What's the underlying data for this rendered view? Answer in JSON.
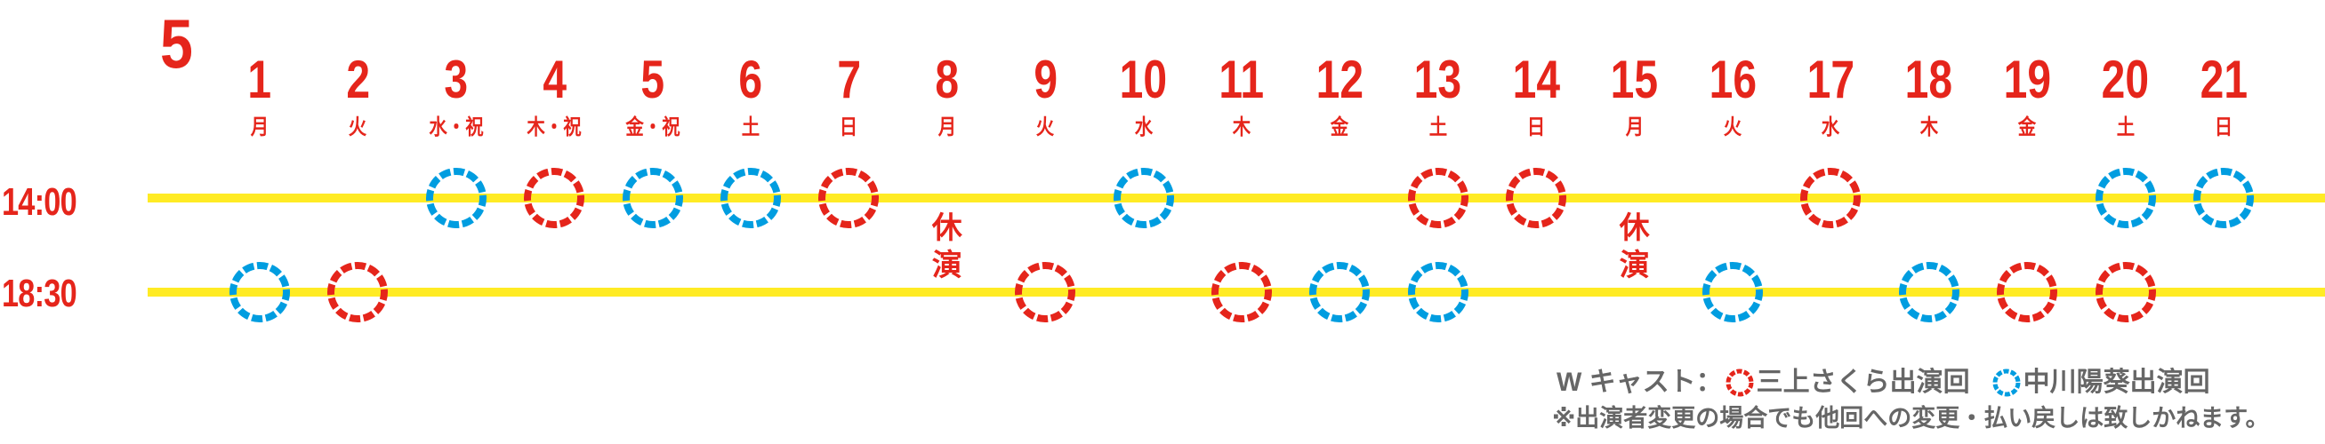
{
  "month": "5",
  "times": [
    "14:00",
    "18:30"
  ],
  "colors": {
    "red": "#e5251b",
    "blue": "#009de0",
    "yellow": "#ffeb24",
    "gray": "#666666"
  },
  "days": [
    {
      "num": "1",
      "dow": "月",
      "s1": null,
      "s2": "blue"
    },
    {
      "num": "2",
      "dow": "火",
      "s1": null,
      "s2": "red"
    },
    {
      "num": "3",
      "dow": "水・祝",
      "s1": "blue",
      "s2": null
    },
    {
      "num": "4",
      "dow": "木・祝",
      "s1": "red",
      "s2": null
    },
    {
      "num": "5",
      "dow": "金・祝",
      "s1": "blue",
      "s2": null
    },
    {
      "num": "6",
      "dow": "土",
      "s1": "blue",
      "s2": null
    },
    {
      "num": "7",
      "dow": "日",
      "s1": "red",
      "s2": null
    },
    {
      "num": "8",
      "dow": "月",
      "s1": null,
      "s2": null,
      "rest": "休演"
    },
    {
      "num": "9",
      "dow": "火",
      "s1": null,
      "s2": "red"
    },
    {
      "num": "10",
      "dow": "水",
      "s1": "blue",
      "s2": null
    },
    {
      "num": "11",
      "dow": "木",
      "s1": null,
      "s2": "red"
    },
    {
      "num": "12",
      "dow": "金",
      "s1": null,
      "s2": "blue"
    },
    {
      "num": "13",
      "dow": "土",
      "s1": "red",
      "s2": "blue"
    },
    {
      "num": "14",
      "dow": "日",
      "s1": "red",
      "s2": null
    },
    {
      "num": "15",
      "dow": "月",
      "s1": null,
      "s2": null,
      "rest": "休演"
    },
    {
      "num": "16",
      "dow": "火",
      "s1": null,
      "s2": "blue"
    },
    {
      "num": "17",
      "dow": "水",
      "s1": "red",
      "s2": null
    },
    {
      "num": "18",
      "dow": "木",
      "s1": null,
      "s2": "blue"
    },
    {
      "num": "19",
      "dow": "金",
      "s1": null,
      "s2": "red"
    },
    {
      "num": "20",
      "dow": "土",
      "s1": "blue",
      "s2": "red"
    },
    {
      "num": "21",
      "dow": "日",
      "s1": "blue",
      "s2": null
    }
  ],
  "legend": {
    "prefix": "W キャスト：",
    "red_label": "三上さくら出演回",
    "blue_label": "中川陽葵出演回",
    "note": "※出演者変更の場合でも他回への変更・払い戻しは致しかねます。"
  }
}
